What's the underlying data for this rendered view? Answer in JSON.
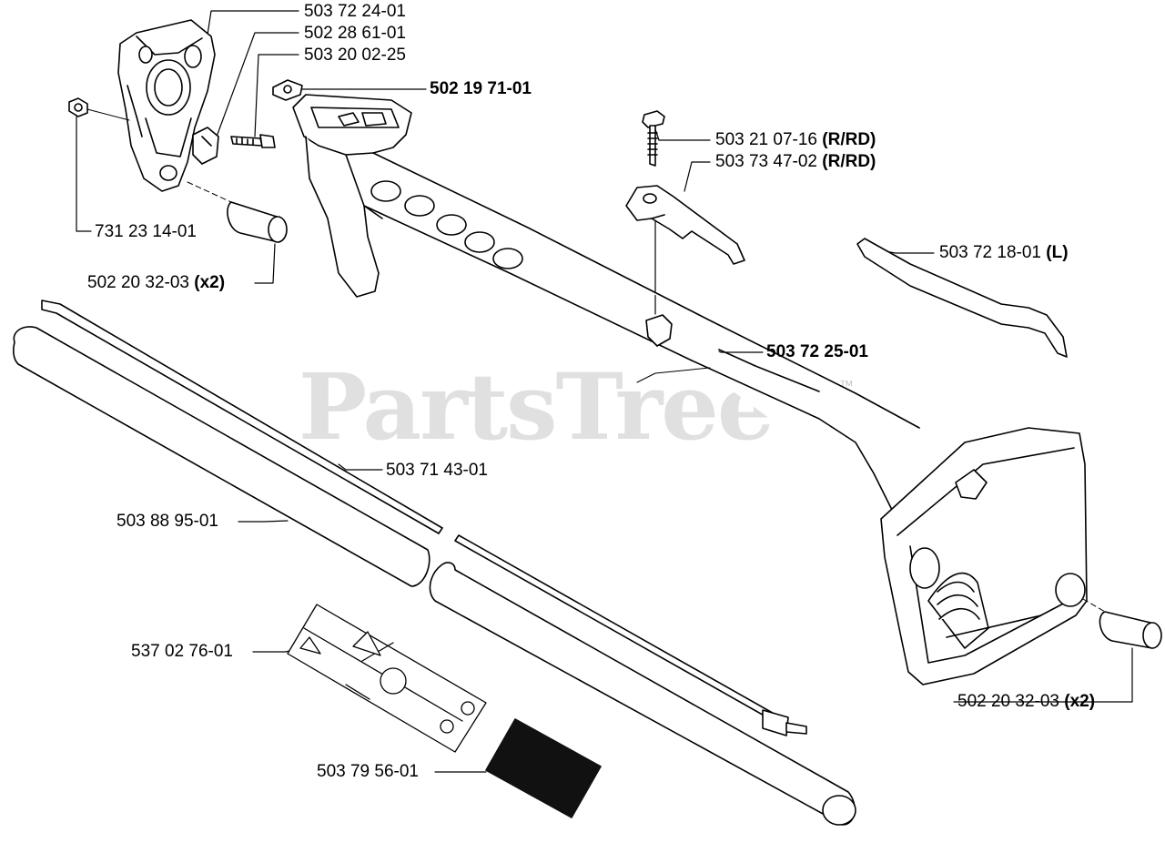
{
  "watermark": {
    "text": "PartsTree",
    "trademark": "™"
  },
  "labels": {
    "p1": "503 72 24-01",
    "p2": "502 28 61-01",
    "p3": "503 20 02-25",
    "p4": "502 19 71-01",
    "p5": "503 21 07-16",
    "p5_suffix": "(R/RD)",
    "p6": "503 73 47-02",
    "p6_suffix": "(R/RD)",
    "p7": "503 72 18-01",
    "p7_suffix": "(L)",
    "p8": "731 23 14-01",
    "p9": "502 20 32-03",
    "p9_suffix": "(x2)",
    "p10": "503 72 25-01",
    "p11": "503 71 43-01",
    "p12": "503 88 95-01",
    "p13": "537 02 76-01",
    "p14": "503 79 56-01",
    "p15": "502 20 32-03",
    "p15_suffix": "(x2)"
  }
}
